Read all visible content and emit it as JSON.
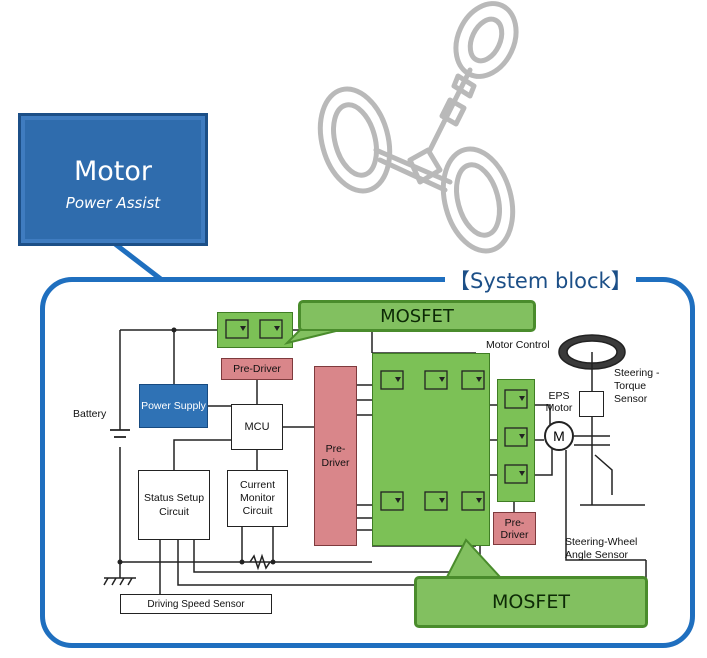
{
  "motor_card": {
    "title": "Motor",
    "subtitle": "Power Assist"
  },
  "system_block": {
    "label": "【System block】"
  },
  "callouts": {
    "mosfet_top": "MOSFET",
    "mosfet_bottom": "MOSFET"
  },
  "components": {
    "power_supply": "Power Supply",
    "mcu": "MCU",
    "status_setup": "Status Setup Circuit",
    "current_monitor": "Current Monitor Circuit",
    "pre_driver_top": "Pre-Driver",
    "pre_driver_main": "Pre-Driver",
    "pre_driver_small": "Pre-Driver",
    "driving_speed_sensor": "Driving Speed Sensor",
    "motor_symbol": "M"
  },
  "labels": {
    "battery": "Battery",
    "motor_control": "Motor Control",
    "eps_motor": "EPS Motor",
    "steering_torque_sensor": "Steering -Torque Sensor",
    "steering_wheel_angle_sensor": "Steering-Wheel Angle Sensor"
  },
  "colors": {
    "brand_blue": "#2f6cad",
    "frame_blue": "#1f6fbf",
    "mosfet_green": "#82c060",
    "pre_driver_pink": "#d9868a",
    "power_supply_blue": "#2f72b5"
  },
  "icons": [
    "steering-assembly-illustration",
    "steering-wheel-icon",
    "mosfet-symbol",
    "resistor-symbol",
    "ground-symbol",
    "battery-symbol"
  ]
}
